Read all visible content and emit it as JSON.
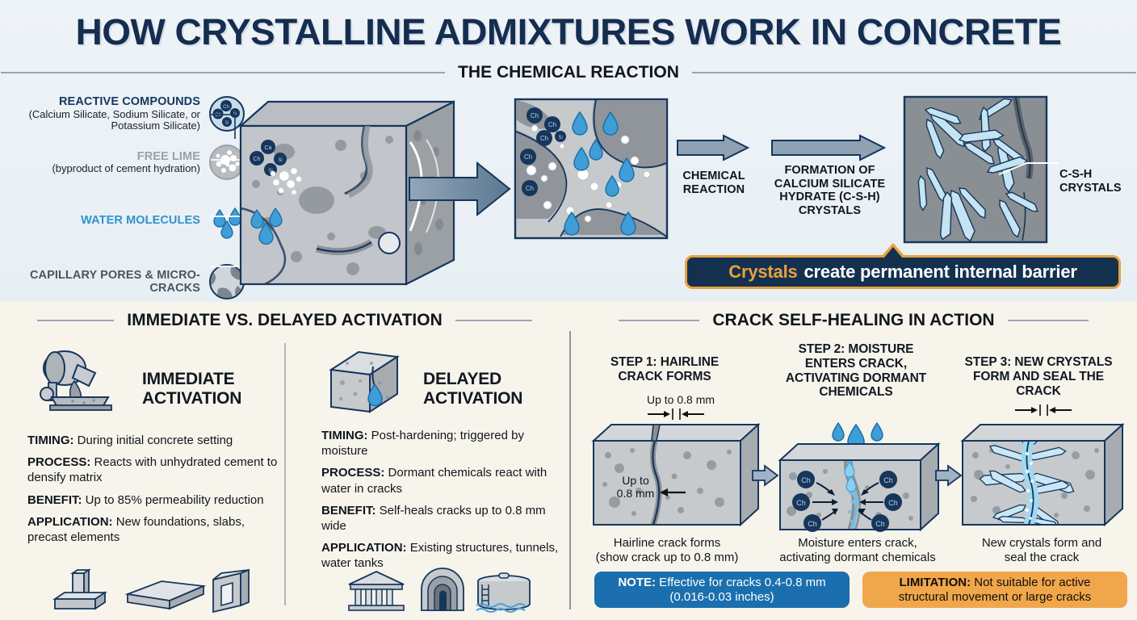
{
  "title": "HOW CRYSTALLINE ADMIXTURES WORK IN CONCRETE",
  "colors": {
    "navy": "#13385f",
    "accent_orange": "#e8a13f",
    "water_blue": "#2f92ce",
    "note_blue": "#1b6fae",
    "top_bg": "#eaf0f4",
    "bottom_bg": "#f7f4ec"
  },
  "top": {
    "band_label": "THE CHEMICAL REACTION",
    "legend": [
      {
        "title": "REACTIVE COMPOUNDS",
        "sub": "(Calcium Silicate, Sodium Silicate, or Potassium Silicate)",
        "icon": "molecule-cluster-icon"
      },
      {
        "title": "FREE LIME",
        "sub": "(byproduct of cement hydration)",
        "icon": "lime-particles-icon"
      },
      {
        "title": "WATER MOLECULES",
        "sub": "",
        "icon": "water-droplets-icon"
      },
      {
        "title": "CAPILLARY PORES & MICRO-CRACKS",
        "sub": "",
        "icon": "pores-cracks-icon"
      }
    ],
    "arrow1_label": "CHEMICAL\nREACTION",
    "arrow1_label_l1": "CHEMICAL",
    "arrow1_label_l2": "REACTION",
    "arrow2_label_l1": "FORMATION OF",
    "arrow2_label_l2": "CALCIUM SILICATE",
    "arrow2_label_l3": "HYDRATE (C-S-H)",
    "arrow2_label_l4": "CRYSTALS",
    "csh_label_l1": "C-S-H",
    "csh_label_l2": "CRYSTALS",
    "callout_highlight": "Crystals",
    "callout_rest": "create permanent internal barrier",
    "molecule_tags": [
      "Ch",
      "Si",
      "Ca",
      "Si"
    ]
  },
  "activation": {
    "band_label": "IMMEDIATE VS. DELAYED ACTIVATION",
    "immediate": {
      "title_l1": "IMMEDIATE",
      "title_l2": "ACTIVATION",
      "icon": "concrete-mixer-icon",
      "rows": [
        {
          "label": "TIMING:",
          "value": " During initial concrete setting"
        },
        {
          "label": "PROCESS:",
          "value": " Reacts with unhydrated cement to densify matrix"
        },
        {
          "label": "BENEFIT:",
          "value": " Up to 85% permeability reduction"
        },
        {
          "label": "APPLICATION:",
          "value": " New foundations, slabs, precast elements"
        }
      ],
      "footer_icons": [
        "foundation-footing-icon",
        "concrete-slab-icon",
        "precast-panel-icon"
      ]
    },
    "delayed": {
      "title_l1": "DELAYED",
      "title_l2": "ACTIVATION",
      "icon": "cracked-cube-water-icon",
      "rows": [
        {
          "label": "TIMING:",
          "value": " Post-hardening; triggered by moisture"
        },
        {
          "label": "PROCESS:",
          "value": " Dormant chemicals react with water in cracks"
        },
        {
          "label": "BENEFIT:",
          "value": " Self-heals cracks up to 0.8 mm wide"
        },
        {
          "label": "APPLICATION:",
          "value": " Existing structures, tunnels, water tanks"
        }
      ],
      "footer_icons": [
        "building-icon",
        "tunnel-icon",
        "water-tank-icon"
      ]
    }
  },
  "healing": {
    "band_label": "CRACK SELF-HEALING IN ACTION",
    "steps": [
      {
        "title_l1": "STEP 1: HAIRLINE",
        "title_l2": "CRACK FORMS",
        "title_l3": "",
        "dim_top": "Up to 0.8 mm",
        "dim_inside_l1": "Up to",
        "dim_inside_l2": "0.8 mm",
        "caption_l1": "Hairline crack forms",
        "caption_l2": "(show crack up to 0.8 mm)"
      },
      {
        "title_l1": "STEP 2: MOISTURE",
        "title_l2": "ENTERS CRACK,",
        "title_l3": "ACTIVATING DORMANT",
        "title_l4": "CHEMICALS",
        "caption_l1": "Moisture enters crack,",
        "caption_l2": "activating dormant chemicals",
        "molecule_tags": [
          "Ch",
          "Ch",
          "Ch",
          "Ch",
          "Ch",
          "Ch"
        ]
      },
      {
        "title_l1": "STEP 3: NEW CRYSTALS",
        "title_l2": "FORM AND SEAL THE",
        "title_l3": "CRACK",
        "caption_l1": "New crystals form and",
        "caption_l2": "seal the crack"
      }
    ],
    "note": {
      "label": "NOTE:",
      "line1": " Effective for cracks 0.4-0.8 mm",
      "line2": "(0.016-0.03 inches)"
    },
    "limitation": {
      "label": "LIMITATION:",
      "line1": " Not suitable for active",
      "line2": "structural movement or large cracks"
    }
  }
}
